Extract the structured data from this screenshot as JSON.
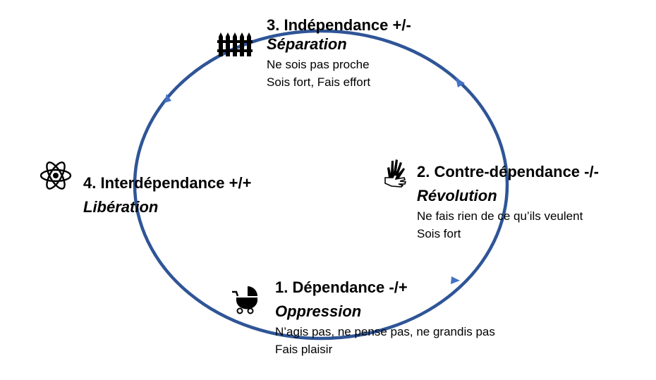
{
  "colors": {
    "cycle": "#2F5597",
    "arrow": "#4472C4"
  },
  "stages": [
    {
      "title": "1. Dépendance -/+",
      "subtitle": "Oppression",
      "lines": [
        "N’agis pas, ne pense pas, ne grandis pas",
        "Fais plaisir"
      ],
      "icon": "baby-carriage-icon"
    },
    {
      "title": "2. Contre-dépendance -/-",
      "subtitle": "Révolution",
      "lines": [
        "Ne fais rien de ce qu’ils veulent",
        "Sois fort"
      ],
      "icon": "hands-icon"
    },
    {
      "title": "3. Indépendance +/-",
      "subtitle": "Séparation",
      "lines": [
        "Ne sois pas proche",
        "Sois fort, Fais effort"
      ],
      "icon": "fence-icon"
    },
    {
      "title": "4. Interdépendance +/+",
      "subtitle": "Libération",
      "lines": [],
      "icon": "atom-icon"
    }
  ]
}
